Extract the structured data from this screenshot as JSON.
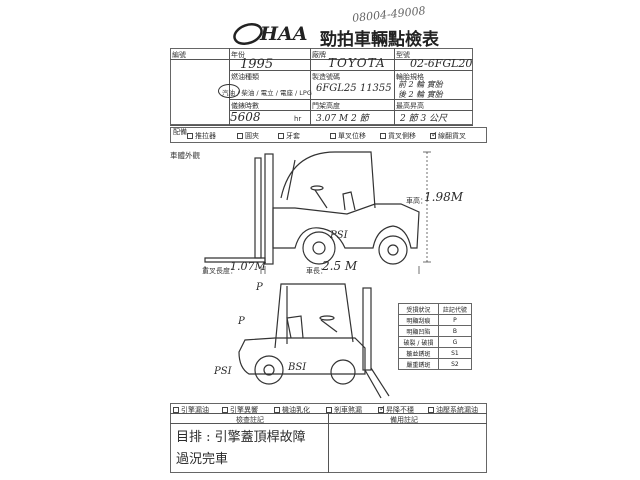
{
  "header": {
    "brand": "HAA",
    "title": "勁拍車輛點檢表",
    "serial_handwritten": "08004-49008"
  },
  "form": {
    "row1": [
      {
        "label": "編號",
        "value": ""
      },
      {
        "label": "年份",
        "value": "1995"
      },
      {
        "label": "廠牌",
        "value": "TOYOTA"
      },
      {
        "label": "型號",
        "value": "02-6FGL20"
      }
    ],
    "fuel_label": "燃油種類",
    "fuel_options": "汽油 / 柴油 / 電立 / 電座 / LPG",
    "fuel_selected": "汽油",
    "serial_label": "製造號碼",
    "serial_value": "6FGL25 11355",
    "tire_label": "輪胎規格",
    "tire_front": "前 2 輪 實胎",
    "tire_rear": "後 2 輪 實胎",
    "hours_label": "儀錶時數",
    "hours_value": "5608",
    "hours_unit": "hr",
    "mast_label": "門架高度",
    "mast_value": "3.07 M  2 節",
    "lift_label": "最高昇高",
    "lift_value": "2 節  3 公尺"
  },
  "accessories": {
    "label": "配備",
    "items": [
      {
        "name": "推拉器",
        "checked": false
      },
      {
        "name": "圓夾",
        "checked": false
      },
      {
        "name": "牙套",
        "checked": false
      },
      {
        "name": "單叉位移",
        "checked": false
      },
      {
        "name": "貨叉側移",
        "checked": false
      },
      {
        "name": "線翻貨叉",
        "checked": true
      }
    ]
  },
  "exterior": {
    "label": "車體外觀",
    "height_label": "車高：",
    "height_value": "1.98M",
    "length_label": "車長：",
    "length_value": "2.5 M",
    "fork_label": "貨叉長度：",
    "fork_value": "1.07M",
    "mark_psi_1": "PSI",
    "mark_p_top": "P",
    "mark_p_left": "P",
    "mark_psi_2": "PSI",
    "mark_bsi": "BSI"
  },
  "legend": {
    "header_status": "受損狀況",
    "header_code": "註記代號",
    "rows": [
      {
        "status": "明顯刮痕",
        "code": "P"
      },
      {
        "status": "明顯凹陷",
        "code": "B"
      },
      {
        "status": "破裂 / 破損",
        "code": "G"
      },
      {
        "status": "皺並銹斑",
        "code": "S1"
      },
      {
        "status": "嚴重銹斑",
        "code": "S2"
      }
    ]
  },
  "checks": {
    "items": [
      {
        "name": "引擎漏油",
        "checked": false
      },
      {
        "name": "引擎異響",
        "checked": false
      },
      {
        "name": "機油乳化",
        "checked": false
      },
      {
        "name": "剎車煞漏",
        "checked": false
      },
      {
        "name": "昇降不穩",
        "checked": true
      },
      {
        "name": "油壓系統漏油",
        "checked": false
      }
    ],
    "check_notes_label": "檢查註記",
    "other_notes_label": "備用註記",
    "note_line1": "目排 : 引擎蓋頂桿故障",
    "note_line2": "過況完車"
  }
}
